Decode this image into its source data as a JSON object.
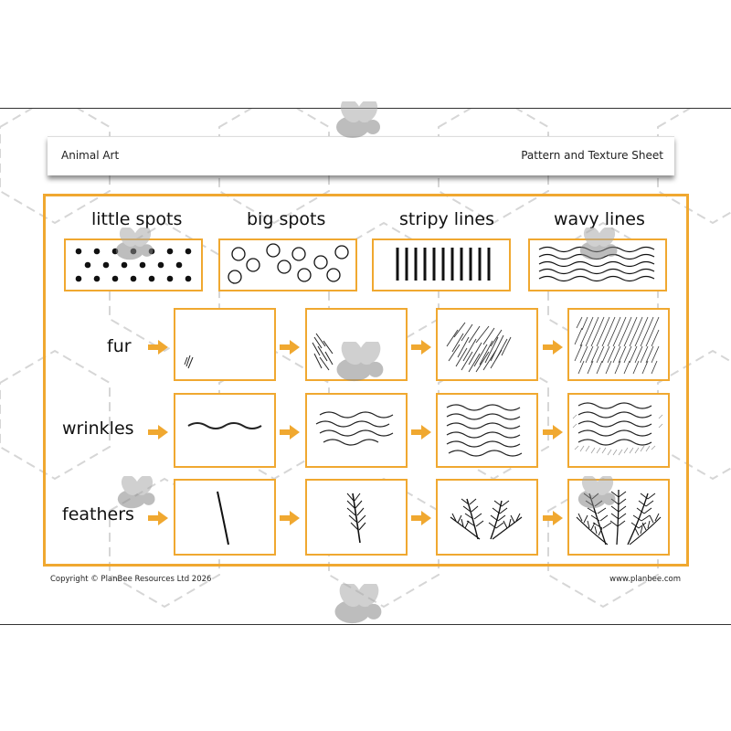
{
  "header": {
    "left_title": "Animal Art",
    "right_title": "Pattern and Texture Sheet"
  },
  "patterns": [
    {
      "label": "little spots"
    },
    {
      "label": "big spots"
    },
    {
      "label": "stripy lines"
    },
    {
      "label": "wavy lines"
    }
  ],
  "rows": [
    {
      "label": "fur"
    },
    {
      "label": "wrinkles"
    },
    {
      "label": "feathers"
    }
  ],
  "footer": {
    "copyright": "Copyright © PlanBee Resources Ltd 2026",
    "website": "www.planbee.com"
  },
  "colors": {
    "accent": "#f0a830",
    "ink": "#111111",
    "watermark": "#9a9a9a"
  },
  "icons": [
    "arrow-right-icon",
    "bee-watermark-icon"
  ]
}
